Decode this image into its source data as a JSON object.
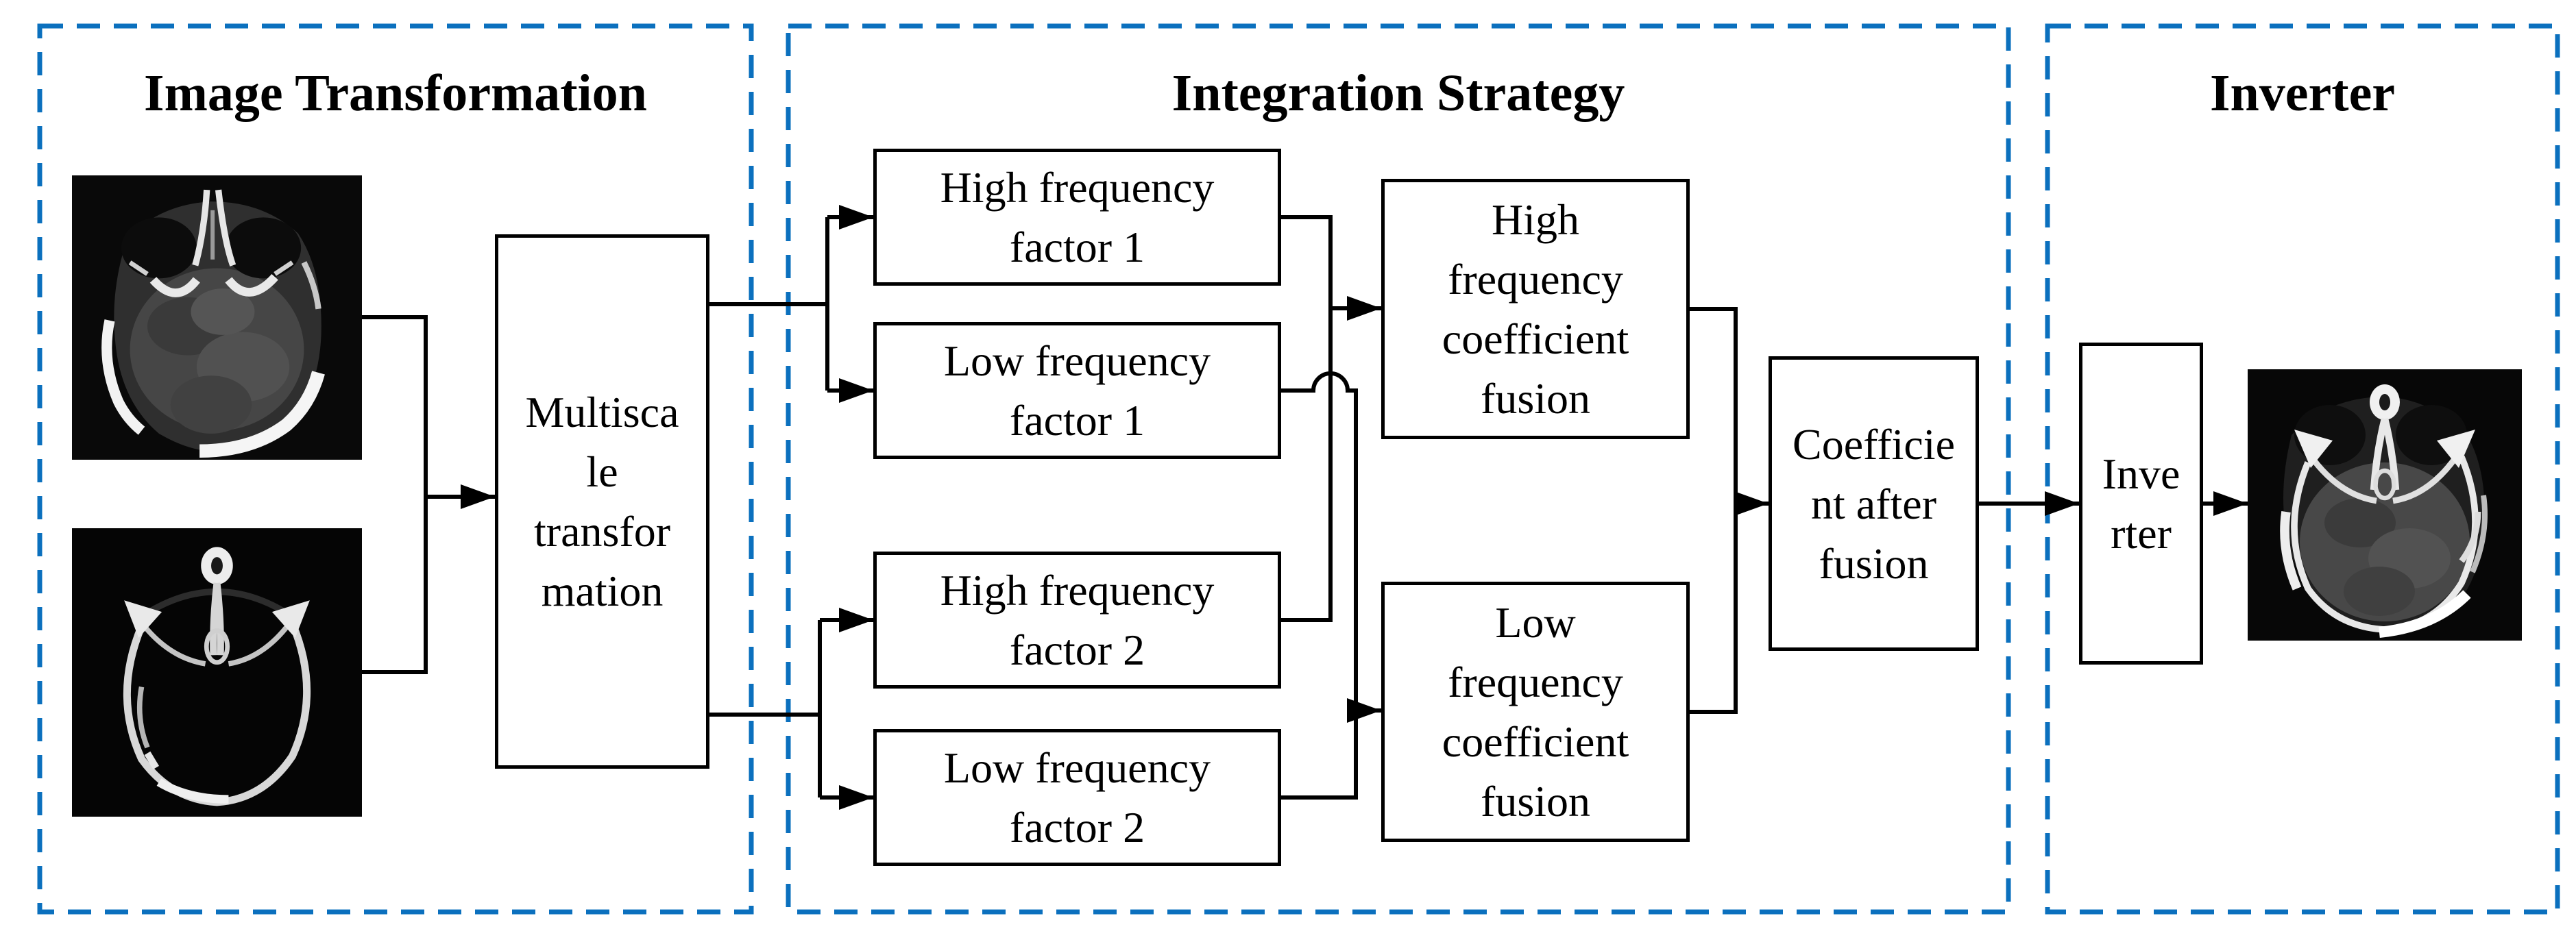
{
  "panels": {
    "image_transformation": {
      "title": "Image Transformation"
    },
    "integration_strategy": {
      "title": "Integration Strategy"
    },
    "inverter": {
      "title": "Inverter"
    }
  },
  "nodes": {
    "multiscale_transformation": {
      "label": "Multiscale transformation"
    },
    "high_frequency_factor_1": {
      "label": "High frequency factor 1"
    },
    "low_frequency_factor_1": {
      "label": "Low frequency factor 1"
    },
    "high_frequency_factor_2": {
      "label": "High frequency factor 2"
    },
    "low_frequency_factor_2": {
      "label": "Low frequency factor 2"
    },
    "high_frequency_coefficient_fusion": {
      "label": "High frequency coefficient fusion"
    },
    "low_frequency_coefficient_fusion": {
      "label": "Low frequency coefficient fusion"
    },
    "coefficient_after_fusion": {
      "label": "Coefficient after fusion"
    },
    "inverter_block": {
      "label": "Inverter"
    }
  },
  "images": {
    "source1": "mri-brain-scan",
    "source2": "ct-brain-scan",
    "output": "fused-brain-scan"
  },
  "colors": {
    "panel_border": "#0b70be",
    "connector": "#000000",
    "node_border": "#000000",
    "background": "#ffffff"
  }
}
